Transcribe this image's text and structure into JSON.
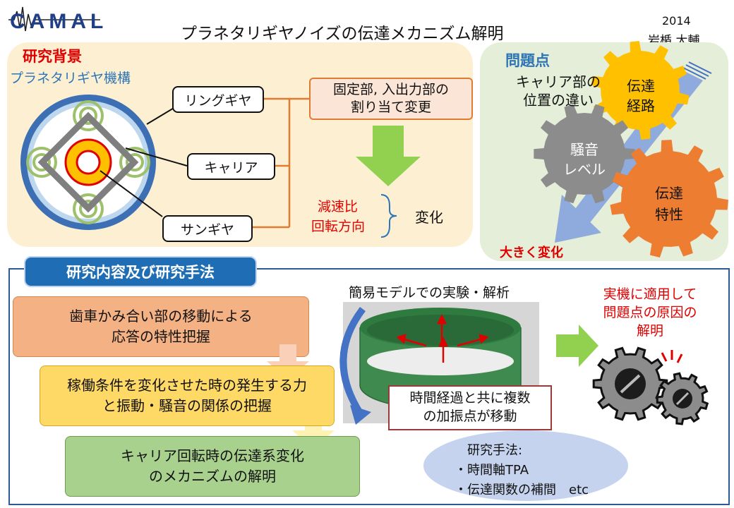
{
  "header": {
    "logo_text": "CAMAL",
    "title": "プラネタリギヤノイズの伝達メカニズム解明",
    "year": "2014",
    "author": "岩楯 大輔"
  },
  "background": {
    "heading": "研究背景",
    "mechanism_label": "プラネタリギヤ機構",
    "ring_gear": "リングギヤ",
    "carrier": "キャリア",
    "sun_gear": "サンギヤ",
    "assignment_change": [
      "固定部, 入出力部の",
      "割り当て変更"
    ],
    "ratio_items": [
      "減速比",
      "回転方向"
    ],
    "change_label": "変化"
  },
  "problem": {
    "heading": "問題点",
    "description": [
      "キャリア部の",
      "位置の違い"
    ],
    "gear_path": [
      "伝達",
      "経路"
    ],
    "gear_noise": [
      "騒音",
      "レベル"
    ],
    "gear_characteristic": [
      "伝達",
      "特性"
    ],
    "big_change": "大きく変化"
  },
  "methods": {
    "tab_label": "研究内容及び研究手法",
    "step1": [
      "歯車かみ合い部の移動による",
      "応答の特性把握"
    ],
    "step2": [
      "稼働条件を変化させた時の発生する力",
      "と振動・騒音の関係の把握"
    ],
    "step3": [
      "キャリア回転時の伝達系変化",
      "のメカニズムの解明"
    ],
    "model_label": "簡易モデルでの実験・解析",
    "moving_points": [
      "時間経過と共に複数",
      "の加振点が移動"
    ],
    "apply_text": [
      "実機に適用して",
      "問題点の原因の",
      "解明"
    ],
    "techniques_heading": "研究手法:",
    "techniques": [
      "・時間軸TPA",
      "・伝達関数の補間　etc"
    ]
  },
  "colors": {
    "background_panel": "#fdf0d2",
    "problem_panel": "#e4eed8",
    "orange_line": "#e07b32",
    "arrow_green": "#92d050",
    "gear_yellow": "#ffc000",
    "gear_gray": "#8c8c8c",
    "gear_orange": "#ed7d31",
    "accent_red": "#e00000",
    "accent_blue": "#2e75b6",
    "tab_blue": "#1f6db5",
    "step1_fill": "#f4b183",
    "step2_fill": "#ffd966",
    "step3_fill": "#a9d18e"
  }
}
